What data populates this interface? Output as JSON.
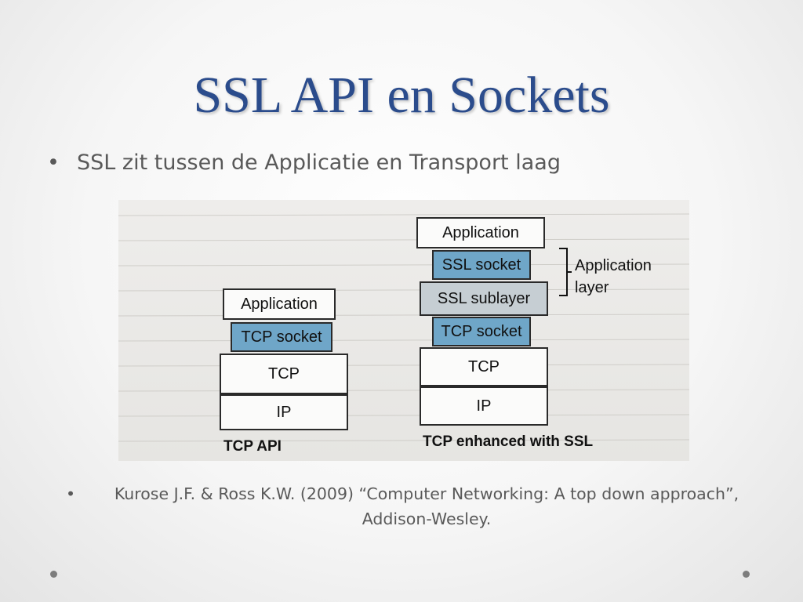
{
  "slide": {
    "title": "SSL API en Sockets",
    "bullets": [
      "SSL zit tussen de Applicatie en Transport laag"
    ],
    "reference": "Kurose J.F. & Ross K.W. (2009) “Computer Networking: A top down approach”, Addison-Wesley.",
    "bullet_symbol": "•"
  },
  "diagram": {
    "left_stack": {
      "layers": [
        "Application",
        "TCP socket",
        "TCP",
        "IP"
      ],
      "caption": "TCP API"
    },
    "right_stack": {
      "layers": [
        "Application",
        "SSL socket",
        "SSL sublayer",
        "TCP socket",
        "TCP",
        "IP"
      ],
      "caption": "TCP enhanced with SSL",
      "bracket_label": [
        "Application",
        "layer"
      ]
    },
    "colors": {
      "socket_fill": "#6fa6c8",
      "sublayer_fill": "#c6ced3",
      "layer_fill": "#fbfbfa",
      "title_color": "#2b4c8c"
    }
  }
}
